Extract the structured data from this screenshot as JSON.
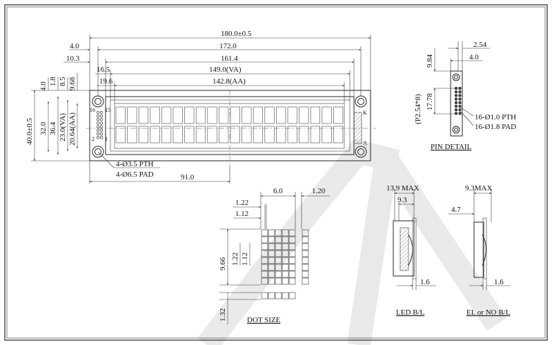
{
  "main_view": {
    "overall_width": "180.0±0.5",
    "hole_pitch_width": "172.0",
    "pin_left_offset": "4.0",
    "bezel_width": "161.4",
    "bezel_offset": "10.3",
    "va_width": "149.0(VA)",
    "va_offset": "16.5",
    "aa_width": "142.8(AA)",
    "aa_offset": "19.6",
    "overall_height": "40.0±0.5",
    "hole_pitch_height": "32.0",
    "bezel_height": "36.4",
    "va_height": "23.0(VA)",
    "aa_height": "20.64(AA)",
    "top_offset_1": "4.0",
    "top_offset_2": "1.8",
    "top_offset_3": "8.5",
    "top_offset_4": "9.68",
    "hole_pth": "4-Ø3.5 PTH",
    "hole_pad": "4-Ø6.5 PAD",
    "bottom_length": "91.0",
    "pin_16_label": "16",
    "pin_15_label": "15",
    "pin_2_label": "2",
    "pin_1_label": "1",
    "k_label": "K",
    "a_label": "A"
  },
  "pin_detail": {
    "title": "PIN DETAIL",
    "pitch": "2.54",
    "spacing": "4.0",
    "top_offset": "9.84",
    "span": "17.78",
    "pitch_note": "(P2.54*8)",
    "pth": "16-Ø1.0 PTH",
    "pad": "16-Ø1.8 PAD"
  },
  "dot_size": {
    "title": "DOT SIZE",
    "char_width": "6.0",
    "gap": "1.20",
    "dot_pitch_w": "1.22",
    "dot_w": "1.12",
    "char_height": "9.66",
    "dot_pitch_h": "1.22",
    "dot_h": "1.12",
    "cursor_h": "1.32"
  },
  "led_bl": {
    "title": "LED B/L",
    "max": "13.9 MAX",
    "inner": "9.3",
    "base": "1.6"
  },
  "el_bl": {
    "title": "EL or NO B/L",
    "max": "9.3MAX",
    "inner": "4.7",
    "base": "1.6"
  }
}
